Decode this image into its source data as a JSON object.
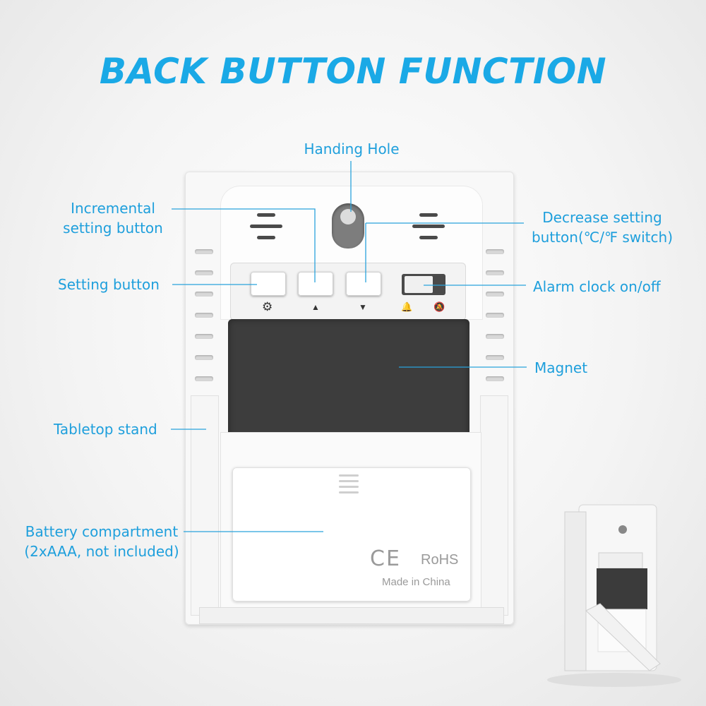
{
  "title": "BACK BUTTON FUNCTION",
  "labels": {
    "handing_hole": "Handing Hole",
    "incremental_line1": "Incremental",
    "incremental_line2": "setting button",
    "decrease_line1": "Decrease setting",
    "decrease_line2": "button(℃/℉ switch)",
    "setting_button": "Setting button",
    "alarm": "Alarm clock on/off",
    "magnet": "Magnet",
    "tabletop_stand": "Tabletop stand",
    "battery_line1": "Battery compartment",
    "battery_line2": "(2xAAA, not included)"
  },
  "device_marks": {
    "ce": "CE",
    "rohs": "RoHS",
    "made_in": "Made in China"
  },
  "button_icons": {
    "setting": "gear-icon",
    "up": "up-triangle-icon",
    "down": "down-triangle-icon",
    "alarm_on": "bell-icon",
    "alarm_off": "bell-off-icon"
  },
  "colors": {
    "accent": "#1aa9e6",
    "label": "#1e9fdc",
    "magnet": "#3d3d3d"
  }
}
